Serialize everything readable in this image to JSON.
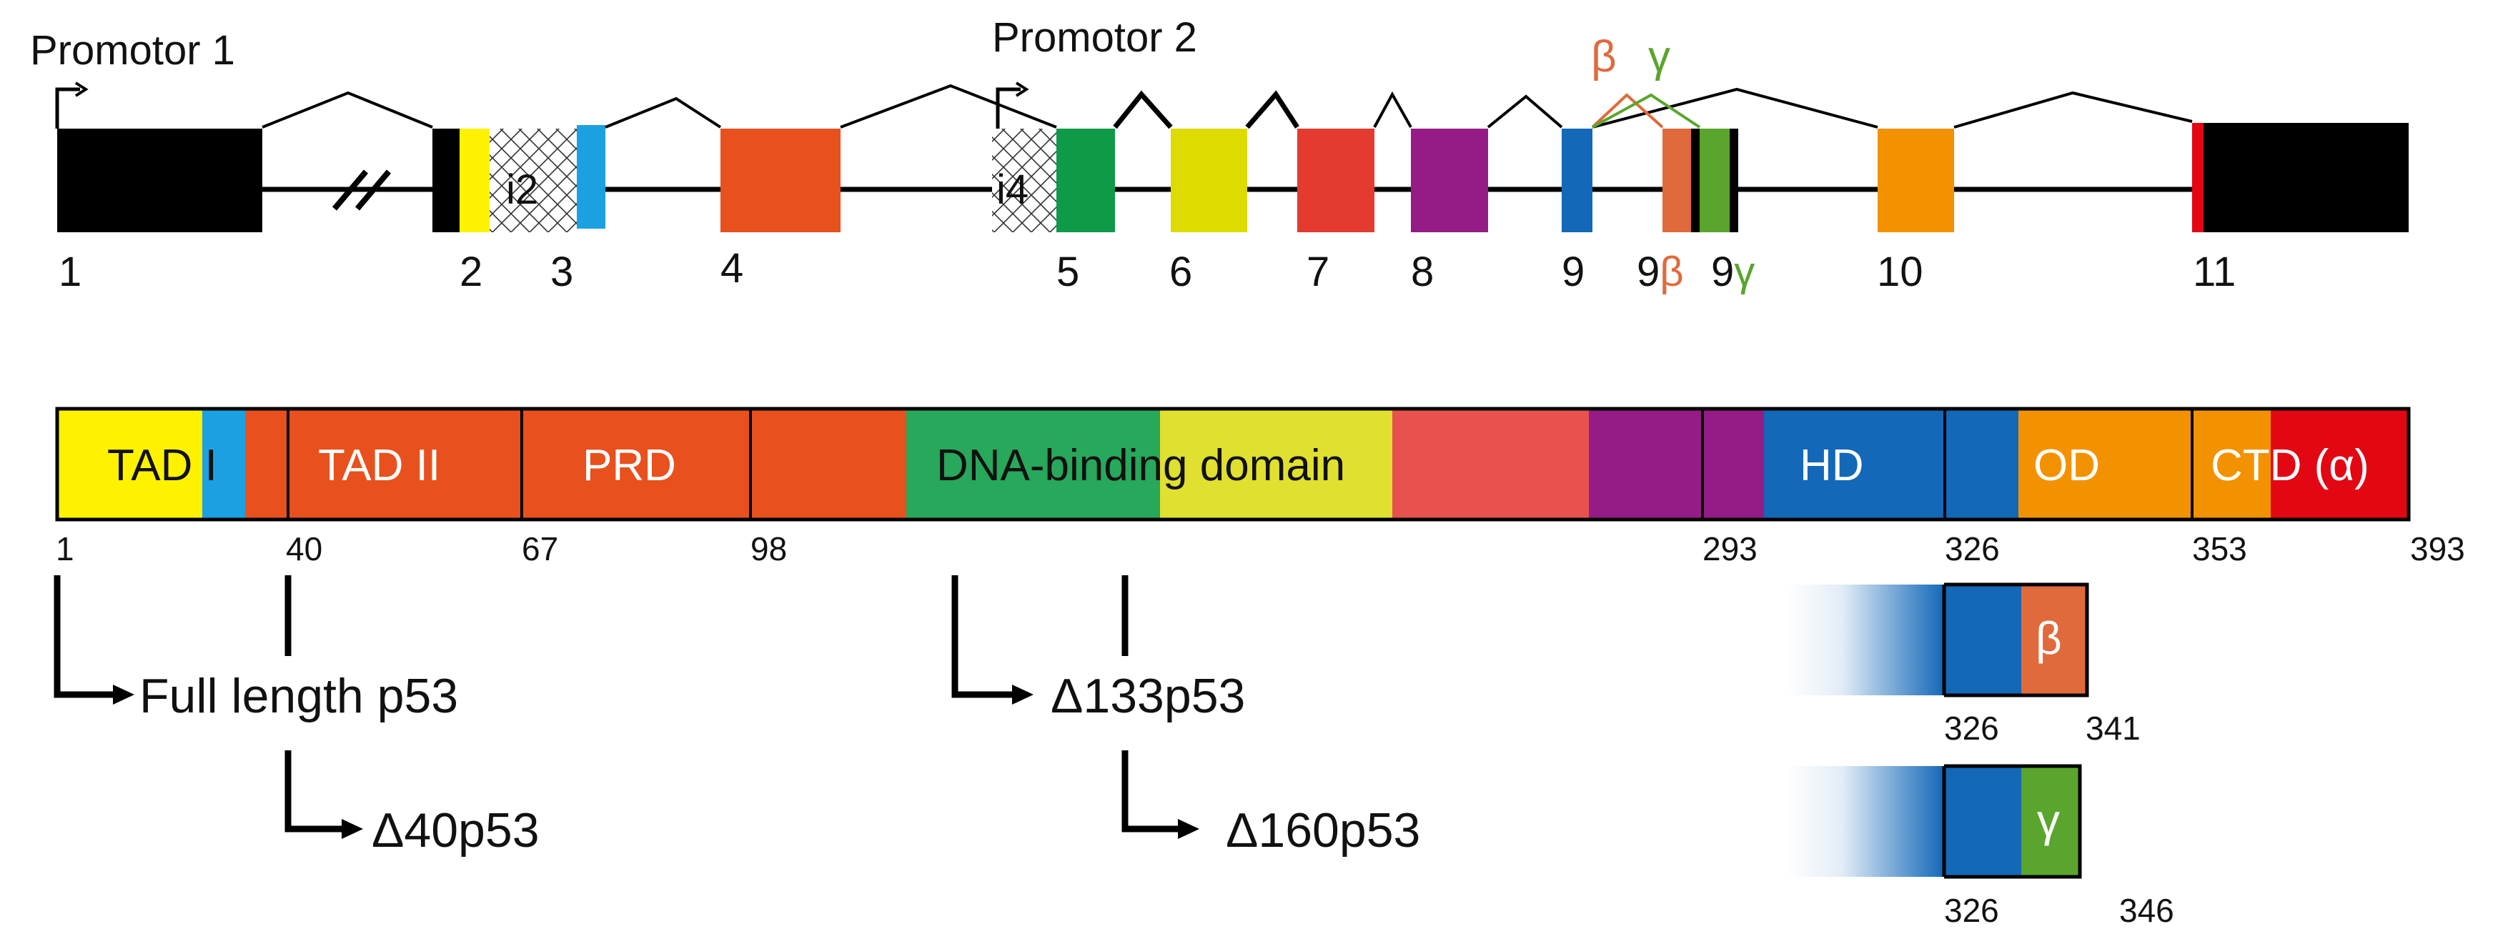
{
  "promoters": [
    {
      "id": "p1",
      "label": "Promotor 1"
    },
    {
      "id": "p2",
      "label": "Promotor 2"
    }
  ],
  "introns_hatched": [
    "i2",
    "i4"
  ],
  "exons": [
    {
      "id": "1",
      "label": "1",
      "color": "#000000"
    },
    {
      "id": "2",
      "label": "2",
      "color": "#FFF200"
    },
    {
      "id": "3",
      "label": "3",
      "color": "#1BA1E2"
    },
    {
      "id": "4",
      "label": "4",
      "color": "#E8501E"
    },
    {
      "id": "5",
      "label": "5",
      "color": "#0F9A48"
    },
    {
      "id": "6",
      "label": "6",
      "color": "#DEDB00"
    },
    {
      "id": "7",
      "label": "7",
      "color": "#E53A2F"
    },
    {
      "id": "8",
      "label": "8",
      "color": "#951C86"
    },
    {
      "id": "9",
      "label": "9",
      "color": "#1368B8"
    },
    {
      "id": "9b",
      "label": "9",
      "greek": "β",
      "color": "#E06A3C"
    },
    {
      "id": "9g",
      "label": "9",
      "greek": "γ",
      "color": "#5AA52D"
    },
    {
      "id": "10",
      "label": "10",
      "color": "#F39200"
    },
    {
      "id": "11",
      "label": "11",
      "color": "#000000"
    }
  ],
  "splice_labels": {
    "beta": "β",
    "gamma": "γ"
  },
  "protein": {
    "start": 1,
    "end": 393,
    "domains": [
      {
        "label": "TAD I",
        "color": "#FFF200",
        "text_color": "#111111"
      },
      {
        "label": "TAD II",
        "color": "#E8501E",
        "text_color": "#ffffff"
      },
      {
        "label": "PRD",
        "color": "#E8501E",
        "text_color": "#ffffff"
      },
      {
        "label": "DNA-binding domain",
        "color": "#E0E030",
        "text_color": "#111111"
      },
      {
        "label": "HD",
        "color": "#1368B8",
        "text_color": "#ffffff"
      },
      {
        "label": "OD",
        "color": "#F39200",
        "text_color": "#ffffff"
      },
      {
        "label": "CTD (α)",
        "color": "#E30613",
        "text_color": "#ffffff"
      }
    ],
    "positions": [
      "1",
      "40",
      "67",
      "98",
      "293",
      "326",
      "353",
      "393"
    ]
  },
  "isoforms": [
    {
      "label": "Full length p53"
    },
    {
      "label": "Δ40p53"
    },
    {
      "label": "Δ133p53"
    },
    {
      "label": "Δ160p53"
    }
  ],
  "c_terminal_variants": [
    {
      "greek": "β",
      "start": "326",
      "end": "341",
      "color": "#E06A3C"
    },
    {
      "greek": "γ",
      "start": "326",
      "end": "346",
      "color": "#5AA52D"
    }
  ]
}
